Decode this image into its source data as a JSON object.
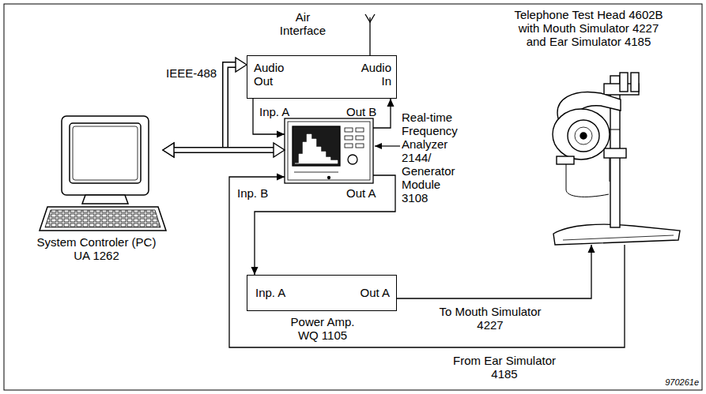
{
  "diagram": {
    "nodes": [
      {
        "text": [
          "Air Interface",
          "Audio Out",
          "Audio In"
        ]
      },
      {
        "text": [
          "System Controler (PC) UA 1262"
        ]
      },
      {
        "text": [
          "Inp. A",
          "Out B",
          "Inp. B",
          "Out A"
        ]
      },
      {
        "text": [
          "Inp. A",
          "Out A",
          "Power Amp. WQ 1105"
        ]
      },
      {
        "text": [
          "Telephone Test Head 4602B with Mouth Simulator 4227 and Ear Simulator 4185"
        ]
      }
    ],
    "edges": [
      {
        "from": 1,
        "to": 0,
        "arrow": "both",
        "label": "IEEE-488"
      },
      {
        "from": 1,
        "to": 2,
        "arrow": "both"
      },
      {
        "from": 0,
        "to": 2,
        "arrow": "to"
      },
      {
        "from": 2,
        "to": 0,
        "arrow": "to"
      },
      {
        "from": 2,
        "to": 3,
        "arrow": "to"
      },
      {
        "from": 3,
        "to": 4,
        "arrow": "to",
        "label": "To Mouth Simulator 4227"
      },
      {
        "from": 4,
        "to": 2,
        "arrow": "to",
        "label": "From Ear Simulator 4185"
      }
    ],
    "labels": [
      "Real-time Frequency Analyzer 2144/ Generator Module 3108",
      "970261e"
    ]
  }
}
